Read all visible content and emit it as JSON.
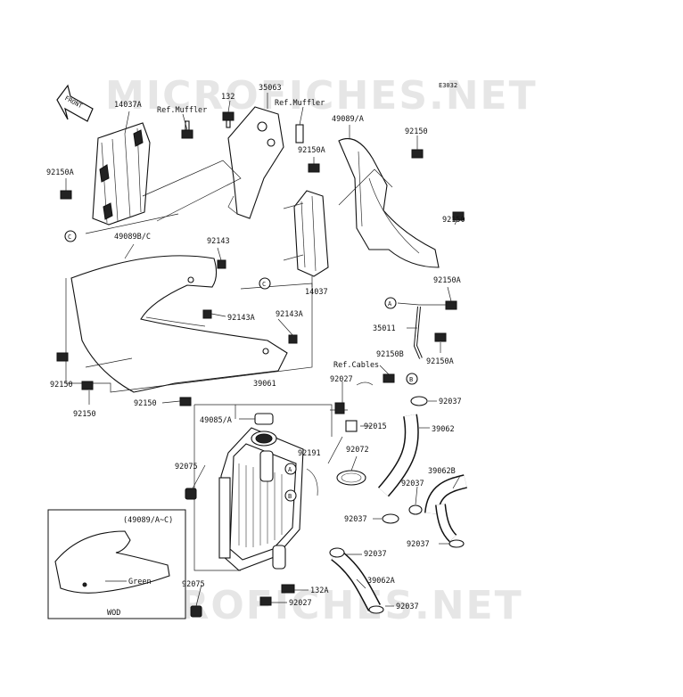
{
  "watermark": "MICROFICHES.NET",
  "diagram_code": "E3032",
  "front_label": "FRONT",
  "inset": {
    "title": "(49089/A~C)",
    "color_label": "Green",
    "code": "WOD"
  },
  "callouts": {
    "a": "A",
    "b": "B",
    "c": "C"
  },
  "labels": {
    "p14037A": "14037A",
    "refMuffler1": "Ref.Muffler",
    "p132": "132",
    "p35063": "35063",
    "refMuffler2": "Ref.Muffler",
    "p49089A": "49089/A",
    "p92150_top": "92150",
    "p92150A_left": "92150A",
    "p92150A_mid": "92150A",
    "p92150_right": "92150",
    "p49089BC": "49089B/C",
    "p92143": "92143",
    "p14037": "14037",
    "p92150A_r1": "92150A",
    "p92143A_1": "92143A",
    "p92143A_2": "92143A",
    "p35011": "35011",
    "p92150B": "92150B",
    "p92150A_r2": "92150A",
    "p92150_l1": "92150",
    "refCables": "Ref.Cables",
    "p92150_l2": "92150",
    "p39061": "39061",
    "p92027_top": "92027",
    "p92037_1": "92037",
    "p92150_l3": "92150",
    "p49085A": "49085/A",
    "p92015": "92015",
    "p39062": "39062",
    "p92191": "92191",
    "p92072": "92072",
    "p92075_1": "92075",
    "p39062B": "39062B",
    "p92037_2": "92037",
    "p92037_3": "92037",
    "p92037_4": "92037",
    "p92037_5": "92037",
    "p39062A": "39062A",
    "p92075_2": "92075",
    "p132A": "132A",
    "p92027_bot": "92027",
    "p92037_6": "92037"
  }
}
